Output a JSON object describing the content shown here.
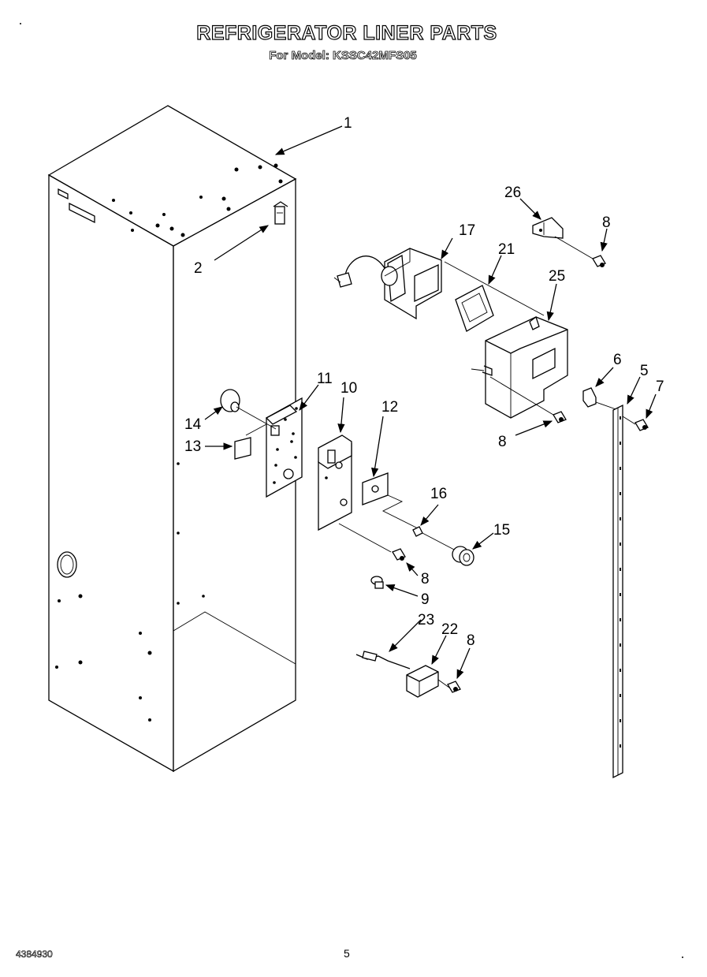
{
  "header": {
    "title": "REFRIGERATOR LINER PARTS",
    "subtitle": "For Model: KSSC42MFS05"
  },
  "footer": {
    "document_number": "4384930",
    "page_number": "5"
  },
  "callouts": [
    "1",
    "2",
    "26",
    "8",
    "17",
    "21",
    "25",
    "6",
    "5",
    "7",
    "8",
    "11",
    "10",
    "12",
    "14",
    "13",
    "16",
    "15",
    "8",
    "9",
    "23",
    "22",
    "8"
  ]
}
